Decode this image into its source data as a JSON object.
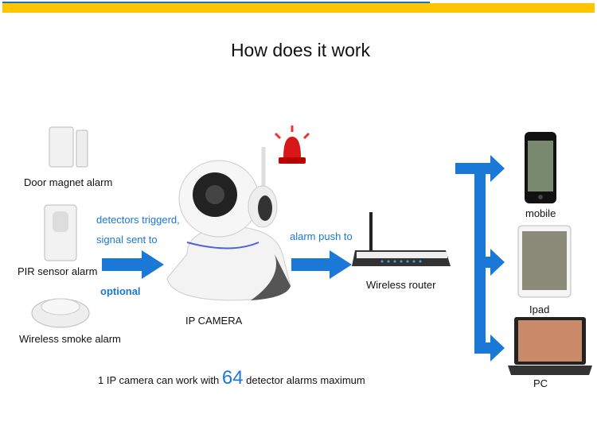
{
  "title": "How does it work",
  "detectors": [
    {
      "label": "Door magnet alarm"
    },
    {
      "label": "PIR sensor alarm"
    },
    {
      "label": "Wireless smoke alarm"
    }
  ],
  "flow_text": {
    "line1": "detectors triggerd,",
    "line2": "signal sent to",
    "optional": "optional",
    "push": "alarm push to"
  },
  "camera_label": "IP CAMERA",
  "router_label": "Wireless router",
  "devices": [
    {
      "label": "mobile"
    },
    {
      "label": "Ipad"
    },
    {
      "label": "PC"
    }
  ],
  "footer": {
    "before": "1 IP camera can work with",
    "number": "64",
    "after": "detector alarms maximum"
  },
  "colors": {
    "arrow": "#1a78d6",
    "band": "#ffc600",
    "topline": "#1a6fc9"
  }
}
